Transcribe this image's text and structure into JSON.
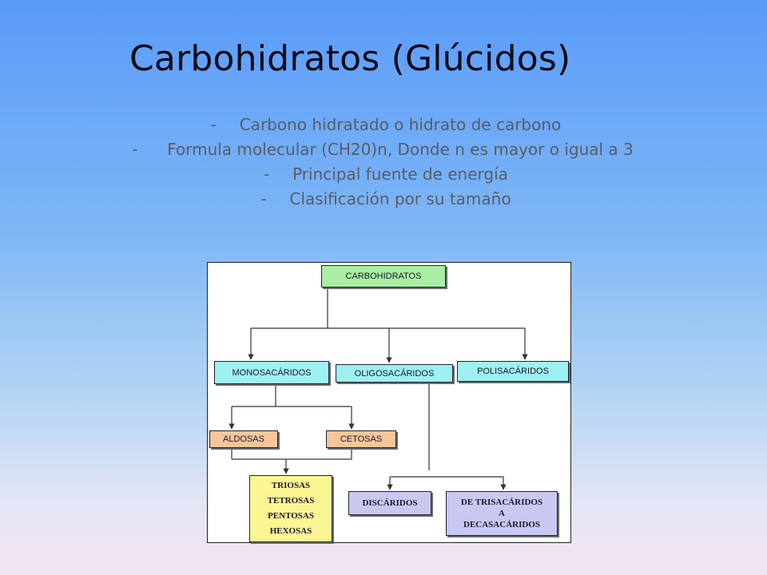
{
  "slide": {
    "title": "Carbohidratos (Glúcidos)",
    "bullets": [
      {
        "marker": "-",
        "text": "Carbono hidratado o hidrato de carbono"
      },
      {
        "marker": "-",
        "text": "Formula molecular (CH20)n, Donde n es mayor o igual a 3"
      },
      {
        "marker": "-",
        "text": "Principal fuente de energía"
      },
      {
        "marker": "-",
        "text": "Clasificación por su tamaño"
      }
    ]
  },
  "diagram": {
    "root": "CARBOHIDRATOS",
    "level1": [
      "MONOSACÁRIDOS",
      "OLIGOSACÁRIDOS",
      "POLISACÁRIDOS"
    ],
    "monosacaridos_children": [
      "ALDOSAS",
      "CETOSAS"
    ],
    "aldosas_children": [
      "TRIOSAS",
      "TETROSAS",
      "PENTOSAS",
      "HEXOSAS"
    ],
    "oligosacaridos_children": {
      "discaridos": "DISCÁRIDOS",
      "trisacaridos": [
        "DE TRISACÁRIDOS",
        "A",
        "DECASACÁRIDOS"
      ]
    },
    "colors": {
      "root": "#a9eea2",
      "level1": "#9ef0f3",
      "level2": "#f6c69a",
      "level3": "#fbf594",
      "oligo_children": "#c9c8f3"
    }
  }
}
